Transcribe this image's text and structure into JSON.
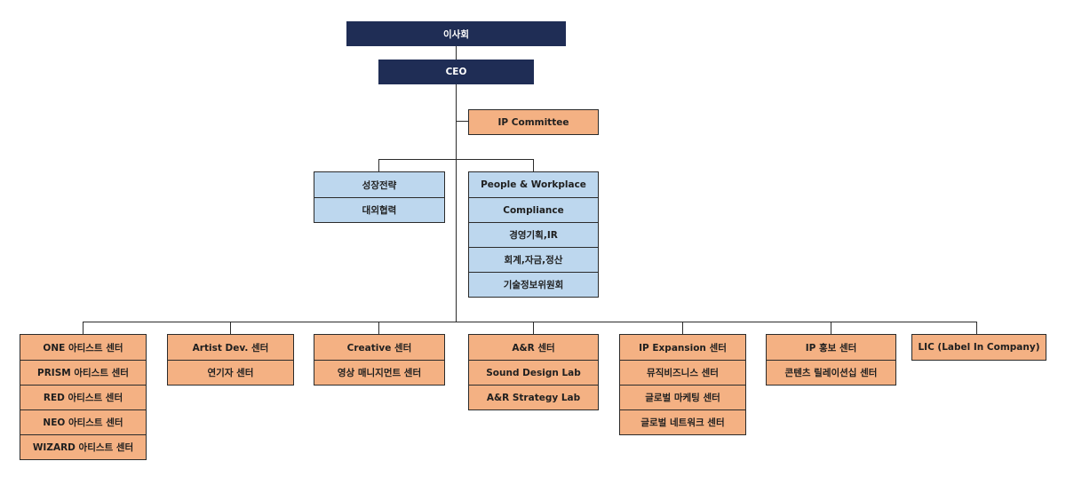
{
  "board": "이사회",
  "ceo": "CEO",
  "committee": "IP Committee",
  "staff_left": [
    "성장전략",
    "대외협력"
  ],
  "staff_right": [
    "People & Workplace",
    "Compliance",
    "경영기획,IR",
    "회계,자금,정산",
    "기술정보위원회"
  ],
  "divisions": [
    {
      "items": [
        "ONE 아티스트 센터",
        "PRISM 아티스트 센터",
        "RED 아티스트 센터",
        "NEO 아티스트 센터",
        "WIZARD 아티스트 센터"
      ]
    },
    {
      "items": [
        "Artist Dev. 센터",
        "연기자 센터"
      ]
    },
    {
      "items": [
        "Creative 센터",
        "영상 매니지먼트 센터"
      ]
    },
    {
      "items": [
        "A&R 센터",
        "Sound Design Lab",
        "A&R Strategy Lab"
      ]
    },
    {
      "items": [
        "IP Expansion 센터",
        "뮤직비즈니스 센터",
        "글로벌 마케팅 센터",
        "글로벌 네트워크 센터"
      ]
    },
    {
      "items": [
        "IP 홍보 센터",
        "콘텐츠 릴레이션십 센터"
      ]
    },
    {
      "items": [
        "LIC (Label In Company)"
      ]
    }
  ],
  "colors": {
    "navy": "#1f2d55",
    "orange": "#f4b183",
    "blue": "#bdd7ee",
    "line": "#2b2b2b"
  }
}
